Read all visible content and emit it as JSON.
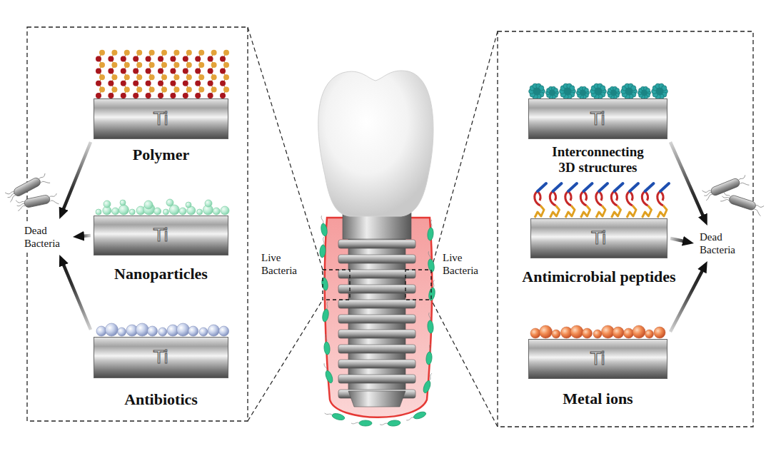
{
  "diagram": {
    "nodes": [
      {
        "text": [
          "Ti",
          "Polymer"
        ]
      },
      {
        "text": [
          "Dead Bacteria"
        ]
      },
      {
        "text": [
          "Ti",
          "Nanoparticles"
        ]
      },
      {
        "text": [
          "Ti",
          "Antibiotics"
        ]
      },
      {
        "text": [
          "Ti",
          "Interconnecting 3D structures"
        ]
      },
      {
        "text": [
          "Dead Bacteria"
        ]
      },
      {
        "text": [
          "Ti",
          "Antimicrobial peptides"
        ]
      },
      {
        "text": [
          "Ti",
          "Metal ions"
        ]
      }
    ],
    "edges": [
      {
        "from": 0,
        "to": 1,
        "arrow": "to"
      },
      {
        "from": 2,
        "to": 1,
        "arrow": "to"
      },
      {
        "from": 3,
        "to": 1,
        "arrow": "to"
      },
      {
        "from": 4,
        "to": 5,
        "arrow": "to"
      },
      {
        "from": 6,
        "to": 5,
        "arrow": "to"
      },
      {
        "from": 7,
        "to": 5,
        "arrow": "to"
      }
    ],
    "labels": [
      "Live Bacteria",
      "Live Bacteria"
    ]
  }
}
